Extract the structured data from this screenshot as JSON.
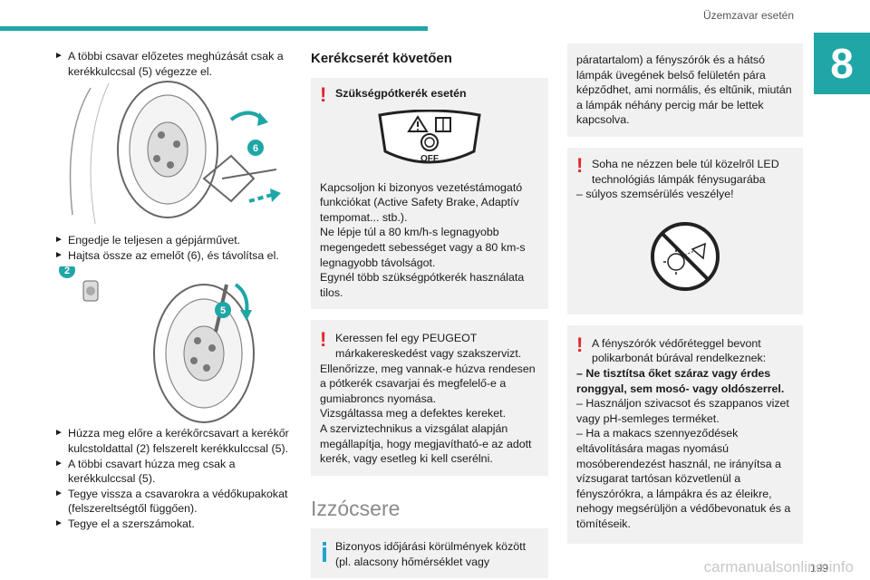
{
  "header": {
    "section_title": "Üzemzavar esetén",
    "chapter_number": "8",
    "page_number": "199"
  },
  "col1": {
    "step1": "A többi csavar előzetes meghúzását csak a kerékkulccsal (5) végezze el.",
    "fig1_labels": [
      "6"
    ],
    "step2": "Engedje le teljesen a gépjárművet.",
    "step3": "Hajtsa össze az emelőt (6), és távolítsa el.",
    "fig2_labels": [
      "2",
      "5"
    ],
    "step4": "Húzza meg előre a kerékőrcsavart a kerékőr kulcstoldattal (2) felszerelt kerékkulccsal (5).",
    "step5": "A többi csavart húzza meg csak a kerékkulccsal (5).",
    "step6": "Tegye vissza a csavarokra a védőkupakokat (felszereltségtől függően).",
    "step7": "Tegye el a szerszámokat."
  },
  "col2": {
    "heading": "Kerékcserét követően",
    "warn1_title": "Szükségpótkerék esetén",
    "warn1_icon_text": "OFF",
    "warn1_p1": "Kapcsoljon ki bizonyos vezetéstámogató funkciókat (Active Safety Brake, Adaptív tempomat... stb.).",
    "warn1_p2": "Ne lépje túl a 80 km/h-s legnagyobb megengedett sebességet vagy a 80 km-s legnagyobb távolságot.",
    "warn1_p3": "Egynél több szükségpótkerék használata tilos.",
    "warn2_p1": "Keressen fel egy PEUGEOT márkakereskedést vagy szakszervizt.",
    "warn2_p2": "Ellenőrizze, meg vannak-e húzva rendesen a pótkerék csavarjai és megfelelő-e a gumiabroncs nyomása.",
    "warn2_p3": "Vizsgáltassa meg a defektes kereket.",
    "warn2_p4": "A szerviztechnikus a vizsgálat alapján megállapítja, hogy megjavítható-e az adott kerék, vagy esetleg ki kell cserélni.",
    "big_heading": "Izzócsere",
    "info1": "Bizonyos időjárási körülmények között (pl. alacsony hőmérséklet vagy"
  },
  "col3": {
    "info_cont": "páratartalom) a fényszórók és a hátsó lámpák üvegének belső felületén pára képződhet, ami normális, és eltűnik, miután a lámpák néhány percig már be lettek kapcsolva.",
    "warn3_p1": "Soha ne nézzen bele túl közelről LED technológiás lámpák fénysugarába",
    "warn3_p2": "– súlyos szemsérülés veszélye!",
    "warn4_p1": "A fényszórók védőréteggel bevont polikarbonát búrával rendelkeznek:",
    "warn4_p2": "– Ne tisztítsa őket száraz vagy érdes ronggyal, sem mosó- vagy oldószerrel.",
    "warn4_p3": "– Használjon szivacsot és szappanos vizet vagy pH-semleges terméket.",
    "warn4_p4": "– Ha a makacs szennyeződések eltávolítására magas nyomású mosóberendezést használ, ne irányítsa a vízsugarat tartósan közvetlenül a fényszórókra, a lámpákra és az éleikre, nehogy megsérüljön a védőbevonatuk és a tömítéseik."
  },
  "footer": {
    "watermark": "carmanualsonline.info"
  },
  "colors": {
    "accent": "#1fa6a6",
    "warning": "#e4252b",
    "info": "#1fa6cc",
    "box_bg": "#f1f1f1"
  },
  "icons": [
    "arrow-right-icon",
    "warning-exclamation-icon",
    "info-icon",
    "warning-triangle-icon",
    "manual-book-icon",
    "no-look-led-icon"
  ]
}
